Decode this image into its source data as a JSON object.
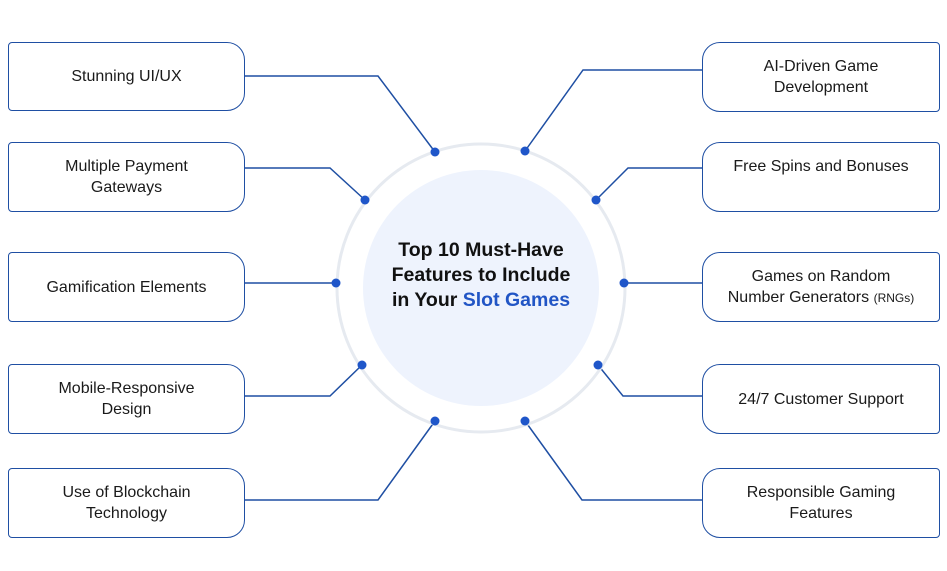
{
  "colors": {
    "line": "#1f4fa3",
    "dot": "#1f56c9",
    "ring": "#e6eaf0",
    "circle_fill": "#eef3fd",
    "highlight": "#2155c5"
  },
  "center": {
    "line1": "Top 10 Must-Have",
    "line2": "Features to Include",
    "line3_prefix": "in Your ",
    "line3_highlight": "Slot Games"
  },
  "features_left": [
    {
      "line1": "Stunning UI/UX",
      "line2": ""
    },
    {
      "line1": "Multiple Payment",
      "line2": "Gateways"
    },
    {
      "line1": "Gamification Elements",
      "line2": ""
    },
    {
      "line1": "Mobile-Responsive",
      "line2": "Design"
    },
    {
      "line1": "Use of Blockchain",
      "line2": "Technology"
    }
  ],
  "features_right": [
    {
      "line1": "AI-Driven Game",
      "line2": "Development",
      "small": ""
    },
    {
      "line1": "Free Spins and Bonuses",
      "line2": "",
      "small": ""
    },
    {
      "line1": "Games on Random",
      "line2": "Number Generators ",
      "small": "(RNGs)"
    },
    {
      "line1": "24/7 Customer Support",
      "line2": "",
      "small": ""
    },
    {
      "line1": "Responsible Gaming",
      "line2": "Features",
      "small": ""
    }
  ]
}
